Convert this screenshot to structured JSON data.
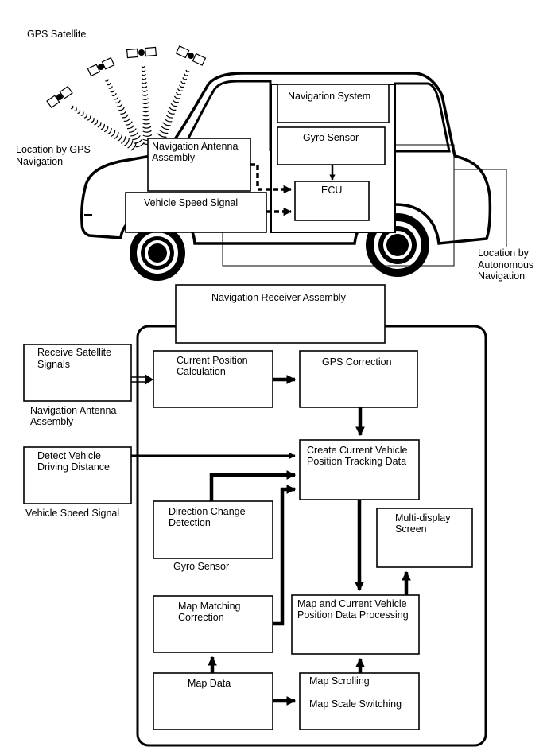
{
  "labels": {
    "gps_satellite": "GPS Satellite",
    "location_gps_1": "Location by GPS",
    "location_gps_2": "Navigation",
    "nav_antenna_1": "Navigation Antenna",
    "nav_antenna_2": "Assembly",
    "vehicle_speed_signal": "Vehicle Speed Signal",
    "navigation_system": "Navigation System",
    "gyro_sensor": "Gyro Sensor",
    "ecu": "ECU",
    "location_auto_1": "Location by",
    "location_auto_2": "Autonomous",
    "location_auto_3": "Navigation",
    "receiver_assembly": "Navigation Receiver Assembly",
    "receive_sat_1": "Receive Satellite",
    "receive_sat_2": "Signals",
    "antenna_caption_1": "Navigation Antenna",
    "antenna_caption_2": "Assembly",
    "detect_dist_1": "Detect Vehicle",
    "detect_dist_2": "Driving Distance",
    "speed_caption": "Vehicle Speed Signal",
    "current_pos_1": "Current Position",
    "current_pos_2": "Calculation",
    "gps_correction": "GPS Correction",
    "create_track_1": "Create Current Vehicle",
    "create_track_2": "Position Tracking Data",
    "dir_change_1": "Direction Change",
    "dir_change_2": "Detection",
    "gyro_caption": "Gyro Sensor",
    "multi_display_1": "Multi-display",
    "multi_display_2": "Screen",
    "map_matching_1": "Map Matching",
    "map_matching_2": "Correction",
    "map_proc_1": "Map and Current Vehicle",
    "map_proc_2": "Position Data Processing",
    "map_data": "Map Data",
    "map_scrolling": "Map Scrolling",
    "map_scale": "Map Scale Switching"
  }
}
